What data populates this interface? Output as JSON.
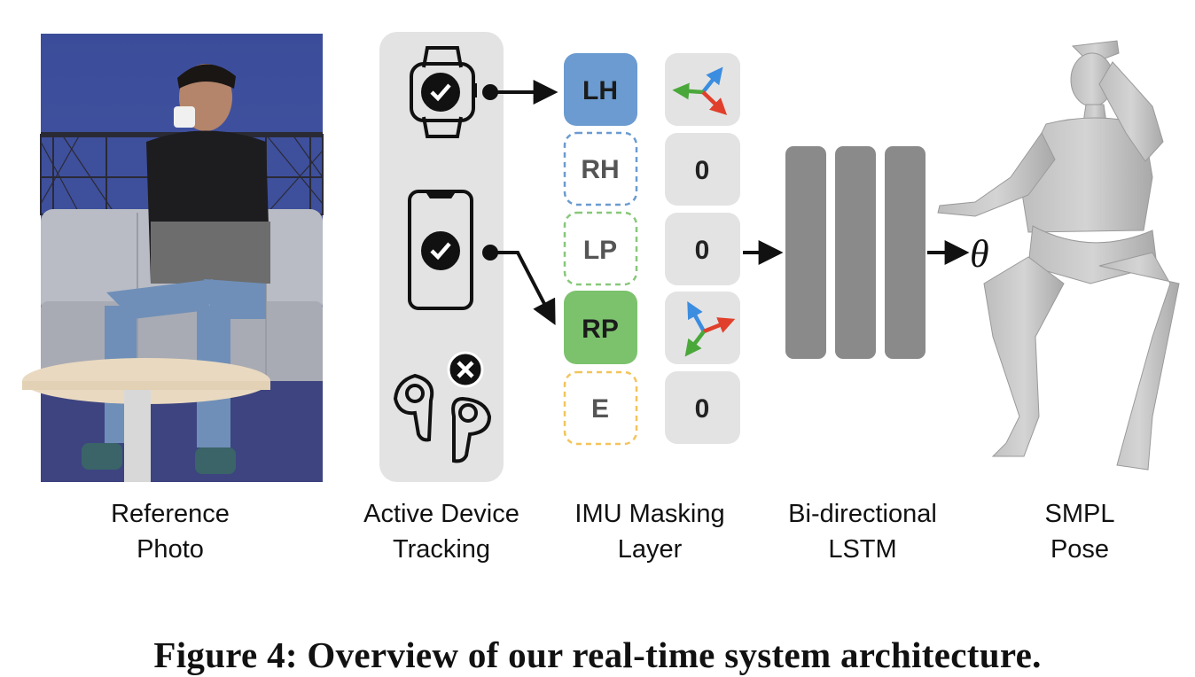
{
  "masking_inputs": [
    {
      "id": "LH",
      "label": "LH",
      "state": "active",
      "color": "#6b9bd0",
      "outline": "#6b9bd0"
    },
    {
      "id": "RH",
      "label": "RH",
      "state": "masked",
      "color": "none",
      "outline": "#6b9bd0"
    },
    {
      "id": "LP",
      "label": "LP",
      "state": "masked",
      "color": "none",
      "outline": "#88c77a"
    },
    {
      "id": "RP",
      "label": "RP",
      "state": "active",
      "color": "#7cc26d",
      "outline": "#7cc26d"
    },
    {
      "id": "E",
      "label": "E",
      "state": "masked",
      "color": "none",
      "outline": "#f3c45b"
    }
  ],
  "masked_value": "0",
  "output_symbol": "θ",
  "stages": [
    {
      "line1": "Reference",
      "line2": "Photo"
    },
    {
      "line1": "Active Device",
      "line2": "Tracking"
    },
    {
      "line1": "IMU Masking",
      "line2": "Layer"
    },
    {
      "line1": "Bi-directional",
      "line2": "LSTM"
    },
    {
      "line1": "SMPL",
      "line2": "Pose"
    }
  ],
  "caption": "Figure 4: Overview of our real-time system architecture.",
  "colors": {
    "panel": "#e3e3e3",
    "lstm": "#8a8a8a",
    "axis_red": "#e0402b",
    "axis_green": "#4aa83a",
    "axis_blue": "#3b8de0"
  },
  "icons": [
    "watch-check-icon",
    "phone-check-icon",
    "earbuds-x-icon"
  ]
}
